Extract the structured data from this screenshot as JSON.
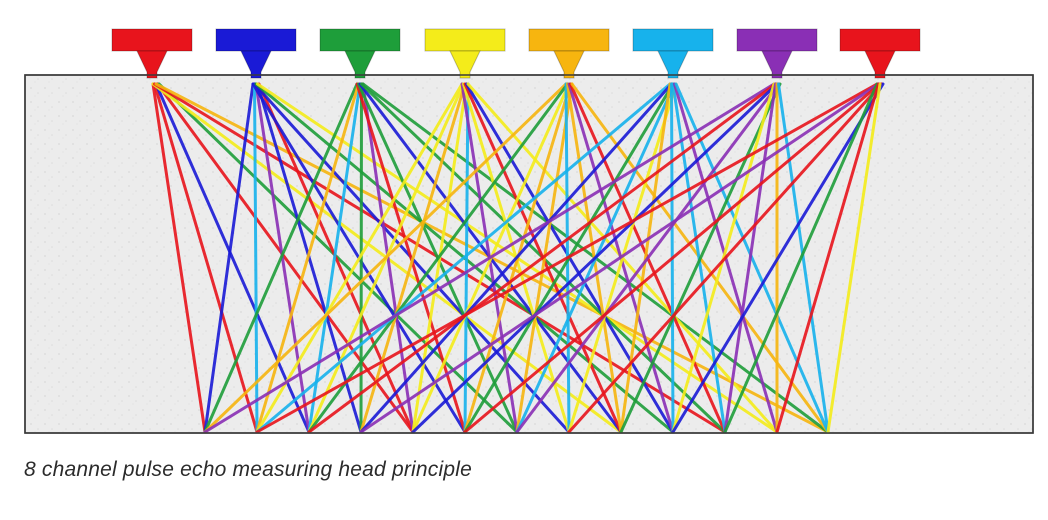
{
  "caption": "8 channel pulse echo measuring head principle",
  "diagram": {
    "transducers": [
      {
        "id": "ch1",
        "color": "#e8141c"
      },
      {
        "id": "ch2",
        "color": "#1a1ad6"
      },
      {
        "id": "ch3",
        "color": "#1e9e3a"
      },
      {
        "id": "ch4",
        "color": "#f4ec1a"
      },
      {
        "id": "ch5",
        "color": "#f7b50f"
      },
      {
        "id": "ch6",
        "color": "#17b2ec"
      },
      {
        "id": "ch7",
        "color": "#8a2fb5"
      },
      {
        "id": "ch8",
        "color": "#e8141c"
      }
    ],
    "beam_palette": [
      "#e8141c",
      "#1a1ad6",
      "#1e9e3a",
      "#f4ec1a",
      "#f7b50f",
      "#17b2ec",
      "#8a2fb5"
    ],
    "material_color": "#e9e9e9",
    "outline_color": "#3a3a3a"
  }
}
